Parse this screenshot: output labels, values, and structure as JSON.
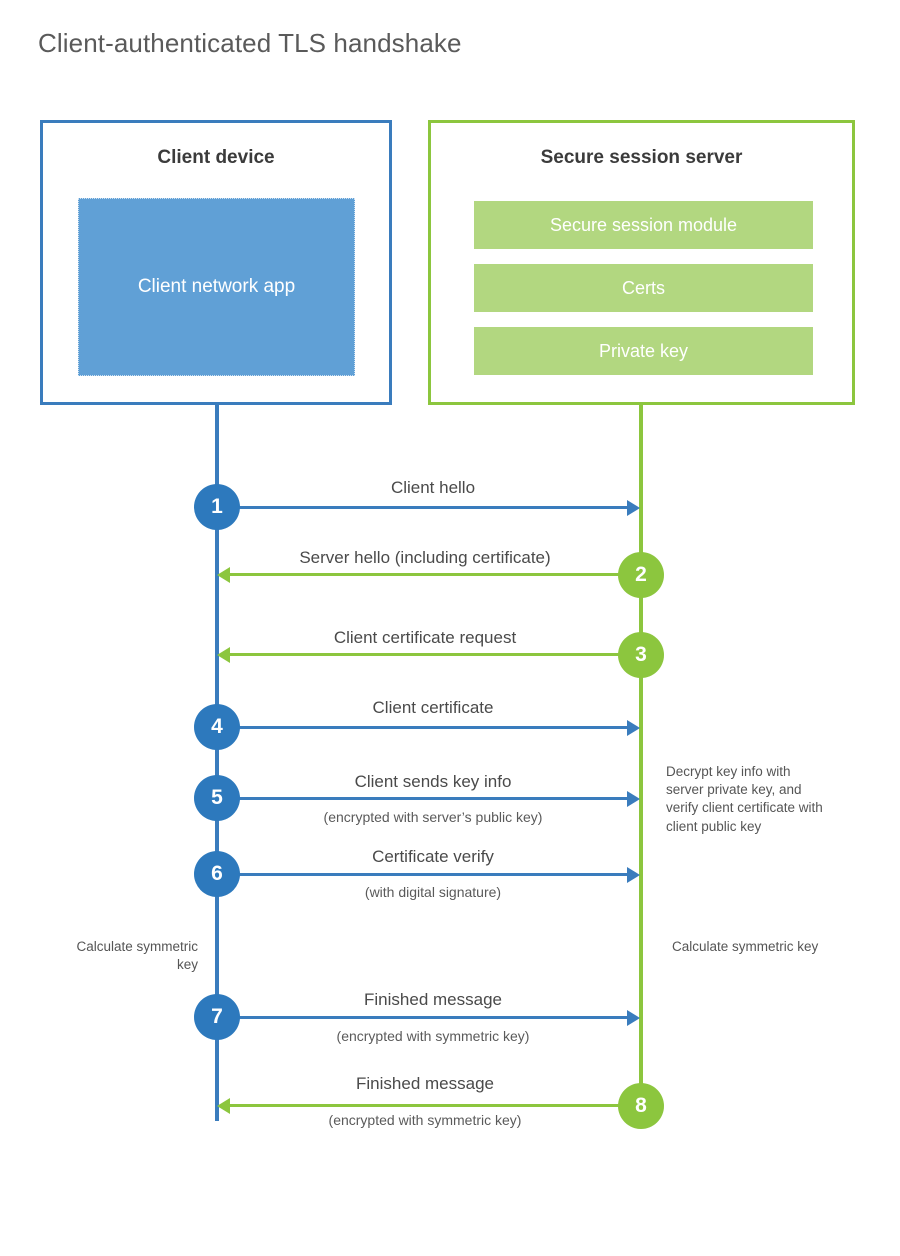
{
  "page": {
    "title": "Client-authenticated TLS handshake",
    "background": "#ffffff"
  },
  "colors": {
    "client_blue": "#3a7cbd",
    "client_circle_blue": "#2d79bd",
    "client_app_fill": "#60a0d6",
    "server_green": "#8cc63e",
    "server_bar_fill": "#b2d780",
    "text_dark": "#3b3b3b",
    "text_body": "#4a4a4a"
  },
  "client": {
    "title": "Client device",
    "app_label": "Client network app"
  },
  "server": {
    "title": "Secure session server",
    "components": [
      {
        "label": "Secure session module"
      },
      {
        "label": "Certs"
      },
      {
        "label": "Private key"
      }
    ]
  },
  "steps": [
    {
      "number": "1",
      "label": "Client hello",
      "sub": "",
      "direction": "client-to-server",
      "color": "blue"
    },
    {
      "number": "2",
      "label": "Server hello (including certificate)",
      "sub": "",
      "direction": "server-to-client",
      "color": "green"
    },
    {
      "number": "3",
      "label": "Client certificate request",
      "sub": "",
      "direction": "server-to-client",
      "color": "green"
    },
    {
      "number": "4",
      "label": "Client certificate",
      "sub": "",
      "direction": "client-to-server",
      "color": "blue"
    },
    {
      "number": "5",
      "label": "Client sends key info",
      "sub": "(encrypted with server’s public key)",
      "direction": "client-to-server",
      "color": "blue"
    },
    {
      "number": "6",
      "label": "Certificate verify",
      "sub": "(with digital signature)",
      "direction": "client-to-server",
      "color": "blue"
    },
    {
      "number": "7",
      "label": "Finished message",
      "sub": "(encrypted with symmetric key)",
      "direction": "client-to-server",
      "color": "blue"
    },
    {
      "number": "8",
      "label": "Finished message",
      "sub": "(encrypted with symmetric key)",
      "direction": "server-to-client",
      "color": "green"
    }
  ],
  "notes": {
    "server_decrypt": "Decrypt key info with server private key, and verify client certificate with client public key",
    "client_calculate": "Calculate symmetric key",
    "server_calculate": "Calculate symmetric key"
  }
}
